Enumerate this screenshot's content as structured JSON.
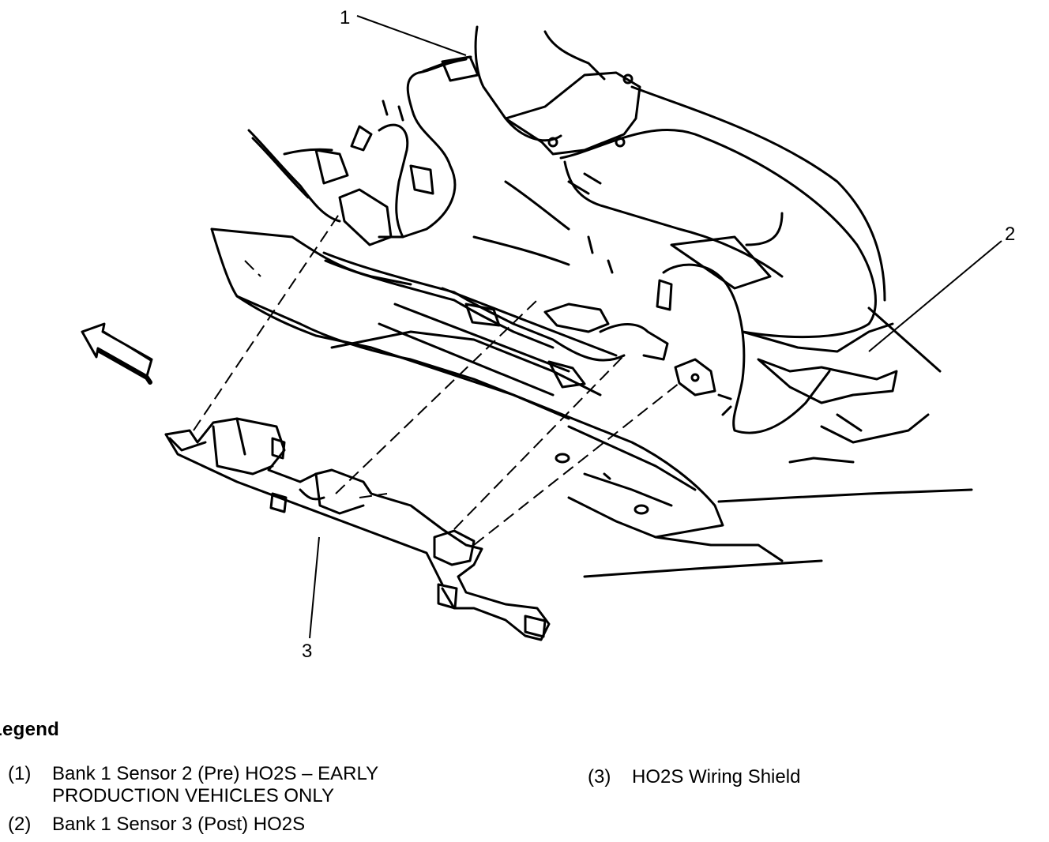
{
  "callouts": [
    "1",
    "2",
    "3"
  ],
  "legend": {
    "title": "Legend",
    "items": [
      {
        "num": "(1)",
        "line1": "Bank 1 Sensor 2 (Pre) HO2S – EARLY",
        "line2": "PRODUCTION VEHICLES ONLY"
      },
      {
        "num": "(2)",
        "line1": "Bank 1 Sensor 3 (Post) HO2S"
      },
      {
        "num": "(3)",
        "line1": "HO2S Wiring Shield"
      }
    ]
  }
}
